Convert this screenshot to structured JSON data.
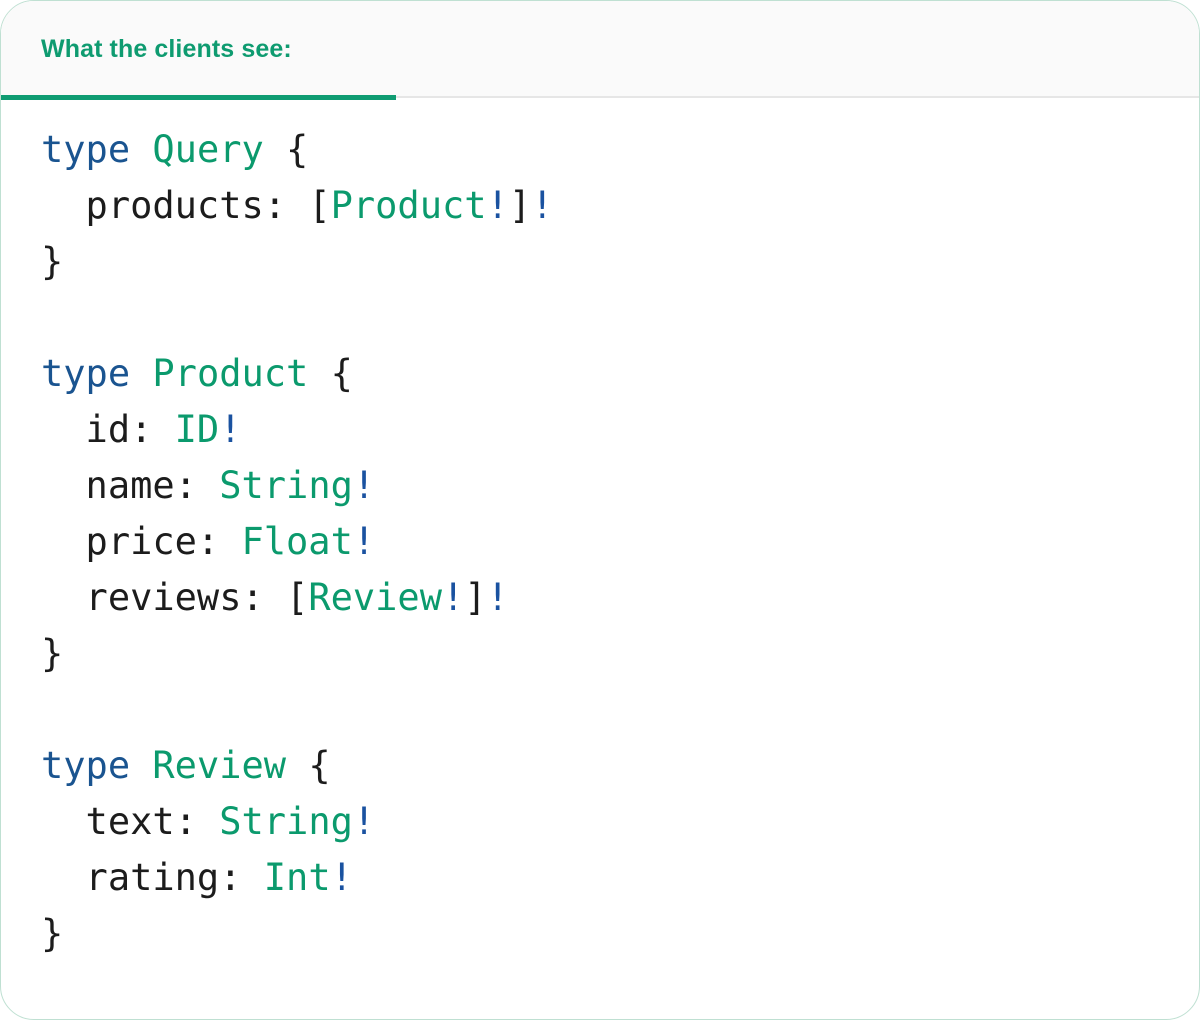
{
  "card": {
    "border_color": "#bfe0d2",
    "background": "#ffffff"
  },
  "tabbar": {
    "background": "#fafafa",
    "divider_color": "#e6e6e6",
    "active_tab": {
      "label": "What the clients see:",
      "color": "#0e9b70",
      "underline_color": "#0f9c72"
    }
  },
  "code": {
    "language": "graphql",
    "colors": {
      "keyword": "#1a5490",
      "type_name": "#0b9a6d",
      "punctuation": "#1c1c1c",
      "field": "#1c1c1c",
      "non_null_bang": "#1a52a0"
    },
    "lines": [
      {
        "tokens": [
          {
            "t": "type",
            "c": "kw"
          },
          {
            "t": " ",
            "c": "punc"
          },
          {
            "t": "Query",
            "c": "tname"
          },
          {
            "t": " {",
            "c": "punc"
          }
        ]
      },
      {
        "tokens": [
          {
            "t": "  products: ",
            "c": "field"
          },
          {
            "t": "[",
            "c": "punc"
          },
          {
            "t": "Product",
            "c": "tname"
          },
          {
            "t": "!",
            "c": "bang"
          },
          {
            "t": "]",
            "c": "punc"
          },
          {
            "t": "!",
            "c": "bang"
          }
        ]
      },
      {
        "tokens": [
          {
            "t": "}",
            "c": "punc"
          }
        ]
      },
      {
        "tokens": []
      },
      {
        "tokens": [
          {
            "t": "type",
            "c": "kw"
          },
          {
            "t": " ",
            "c": "punc"
          },
          {
            "t": "Product",
            "c": "tname"
          },
          {
            "t": " {",
            "c": "punc"
          }
        ]
      },
      {
        "tokens": [
          {
            "t": "  id: ",
            "c": "field"
          },
          {
            "t": "ID",
            "c": "tname"
          },
          {
            "t": "!",
            "c": "bang"
          }
        ]
      },
      {
        "tokens": [
          {
            "t": "  name: ",
            "c": "field"
          },
          {
            "t": "String",
            "c": "tname"
          },
          {
            "t": "!",
            "c": "bang"
          }
        ]
      },
      {
        "tokens": [
          {
            "t": "  price: ",
            "c": "field"
          },
          {
            "t": "Float",
            "c": "tname"
          },
          {
            "t": "!",
            "c": "bang"
          }
        ]
      },
      {
        "tokens": [
          {
            "t": "  reviews: ",
            "c": "field"
          },
          {
            "t": "[",
            "c": "punc"
          },
          {
            "t": "Review",
            "c": "tname"
          },
          {
            "t": "!",
            "c": "bang"
          },
          {
            "t": "]",
            "c": "punc"
          },
          {
            "t": "!",
            "c": "bang"
          }
        ]
      },
      {
        "tokens": [
          {
            "t": "}",
            "c": "punc"
          }
        ]
      },
      {
        "tokens": []
      },
      {
        "tokens": [
          {
            "t": "type",
            "c": "kw"
          },
          {
            "t": " ",
            "c": "punc"
          },
          {
            "t": "Review",
            "c": "tname"
          },
          {
            "t": " {",
            "c": "punc"
          }
        ]
      },
      {
        "tokens": [
          {
            "t": "  text: ",
            "c": "field"
          },
          {
            "t": "String",
            "c": "tname"
          },
          {
            "t": "!",
            "c": "bang"
          }
        ]
      },
      {
        "tokens": [
          {
            "t": "  rating: ",
            "c": "field"
          },
          {
            "t": "Int",
            "c": "tname"
          },
          {
            "t": "!",
            "c": "bang"
          }
        ]
      },
      {
        "tokens": [
          {
            "t": "}",
            "c": "punc"
          }
        ]
      }
    ]
  }
}
